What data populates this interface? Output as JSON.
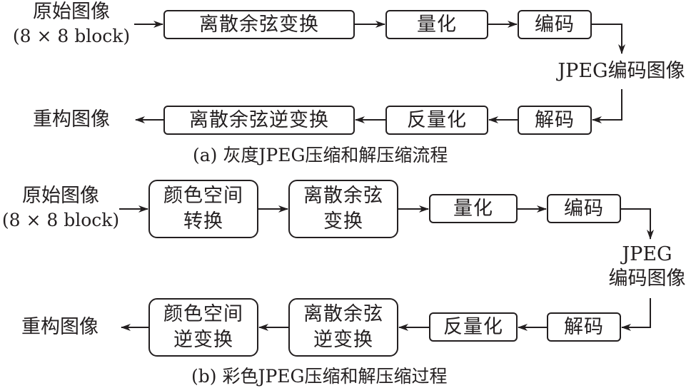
{
  "part_a": {
    "input": {
      "line1": "原始图像",
      "line2": "(8 × 8 block)"
    },
    "encode_steps": [
      {
        "label": "离散余弦变换"
      },
      {
        "label": "量化"
      },
      {
        "label": "编码"
      }
    ],
    "intermediate": "JPEG编码图像",
    "decode_steps": [
      {
        "label": "解码"
      },
      {
        "label": "反量化"
      },
      {
        "label": "离散余弦逆变换"
      }
    ],
    "output": "重构图像",
    "caption": "(a) 灰度JPEG压缩和解压缩流程"
  },
  "part_b": {
    "input": {
      "line1": "原始图像",
      "line2": "(8 × 8 block)"
    },
    "encode_steps": [
      {
        "line1": "颜色空间",
        "line2": "转换"
      },
      {
        "line1": "离散余弦",
        "line2": "变换"
      },
      {
        "label": "量化"
      },
      {
        "label": "编码"
      }
    ],
    "intermediate": {
      "line1": "JPEG",
      "line2": "编码图像"
    },
    "decode_steps": [
      {
        "label": "解码"
      },
      {
        "label": "反量化"
      },
      {
        "line1": "离散余弦",
        "line2": "逆变换"
      },
      {
        "line1": "颜色空间",
        "line2": "逆变换"
      }
    ],
    "output": "重构图像",
    "caption": "(b) 彩色JPEG压缩和解压缩过程"
  },
  "colors": {
    "stroke": "#231f20",
    "background": "#ffffff"
  }
}
